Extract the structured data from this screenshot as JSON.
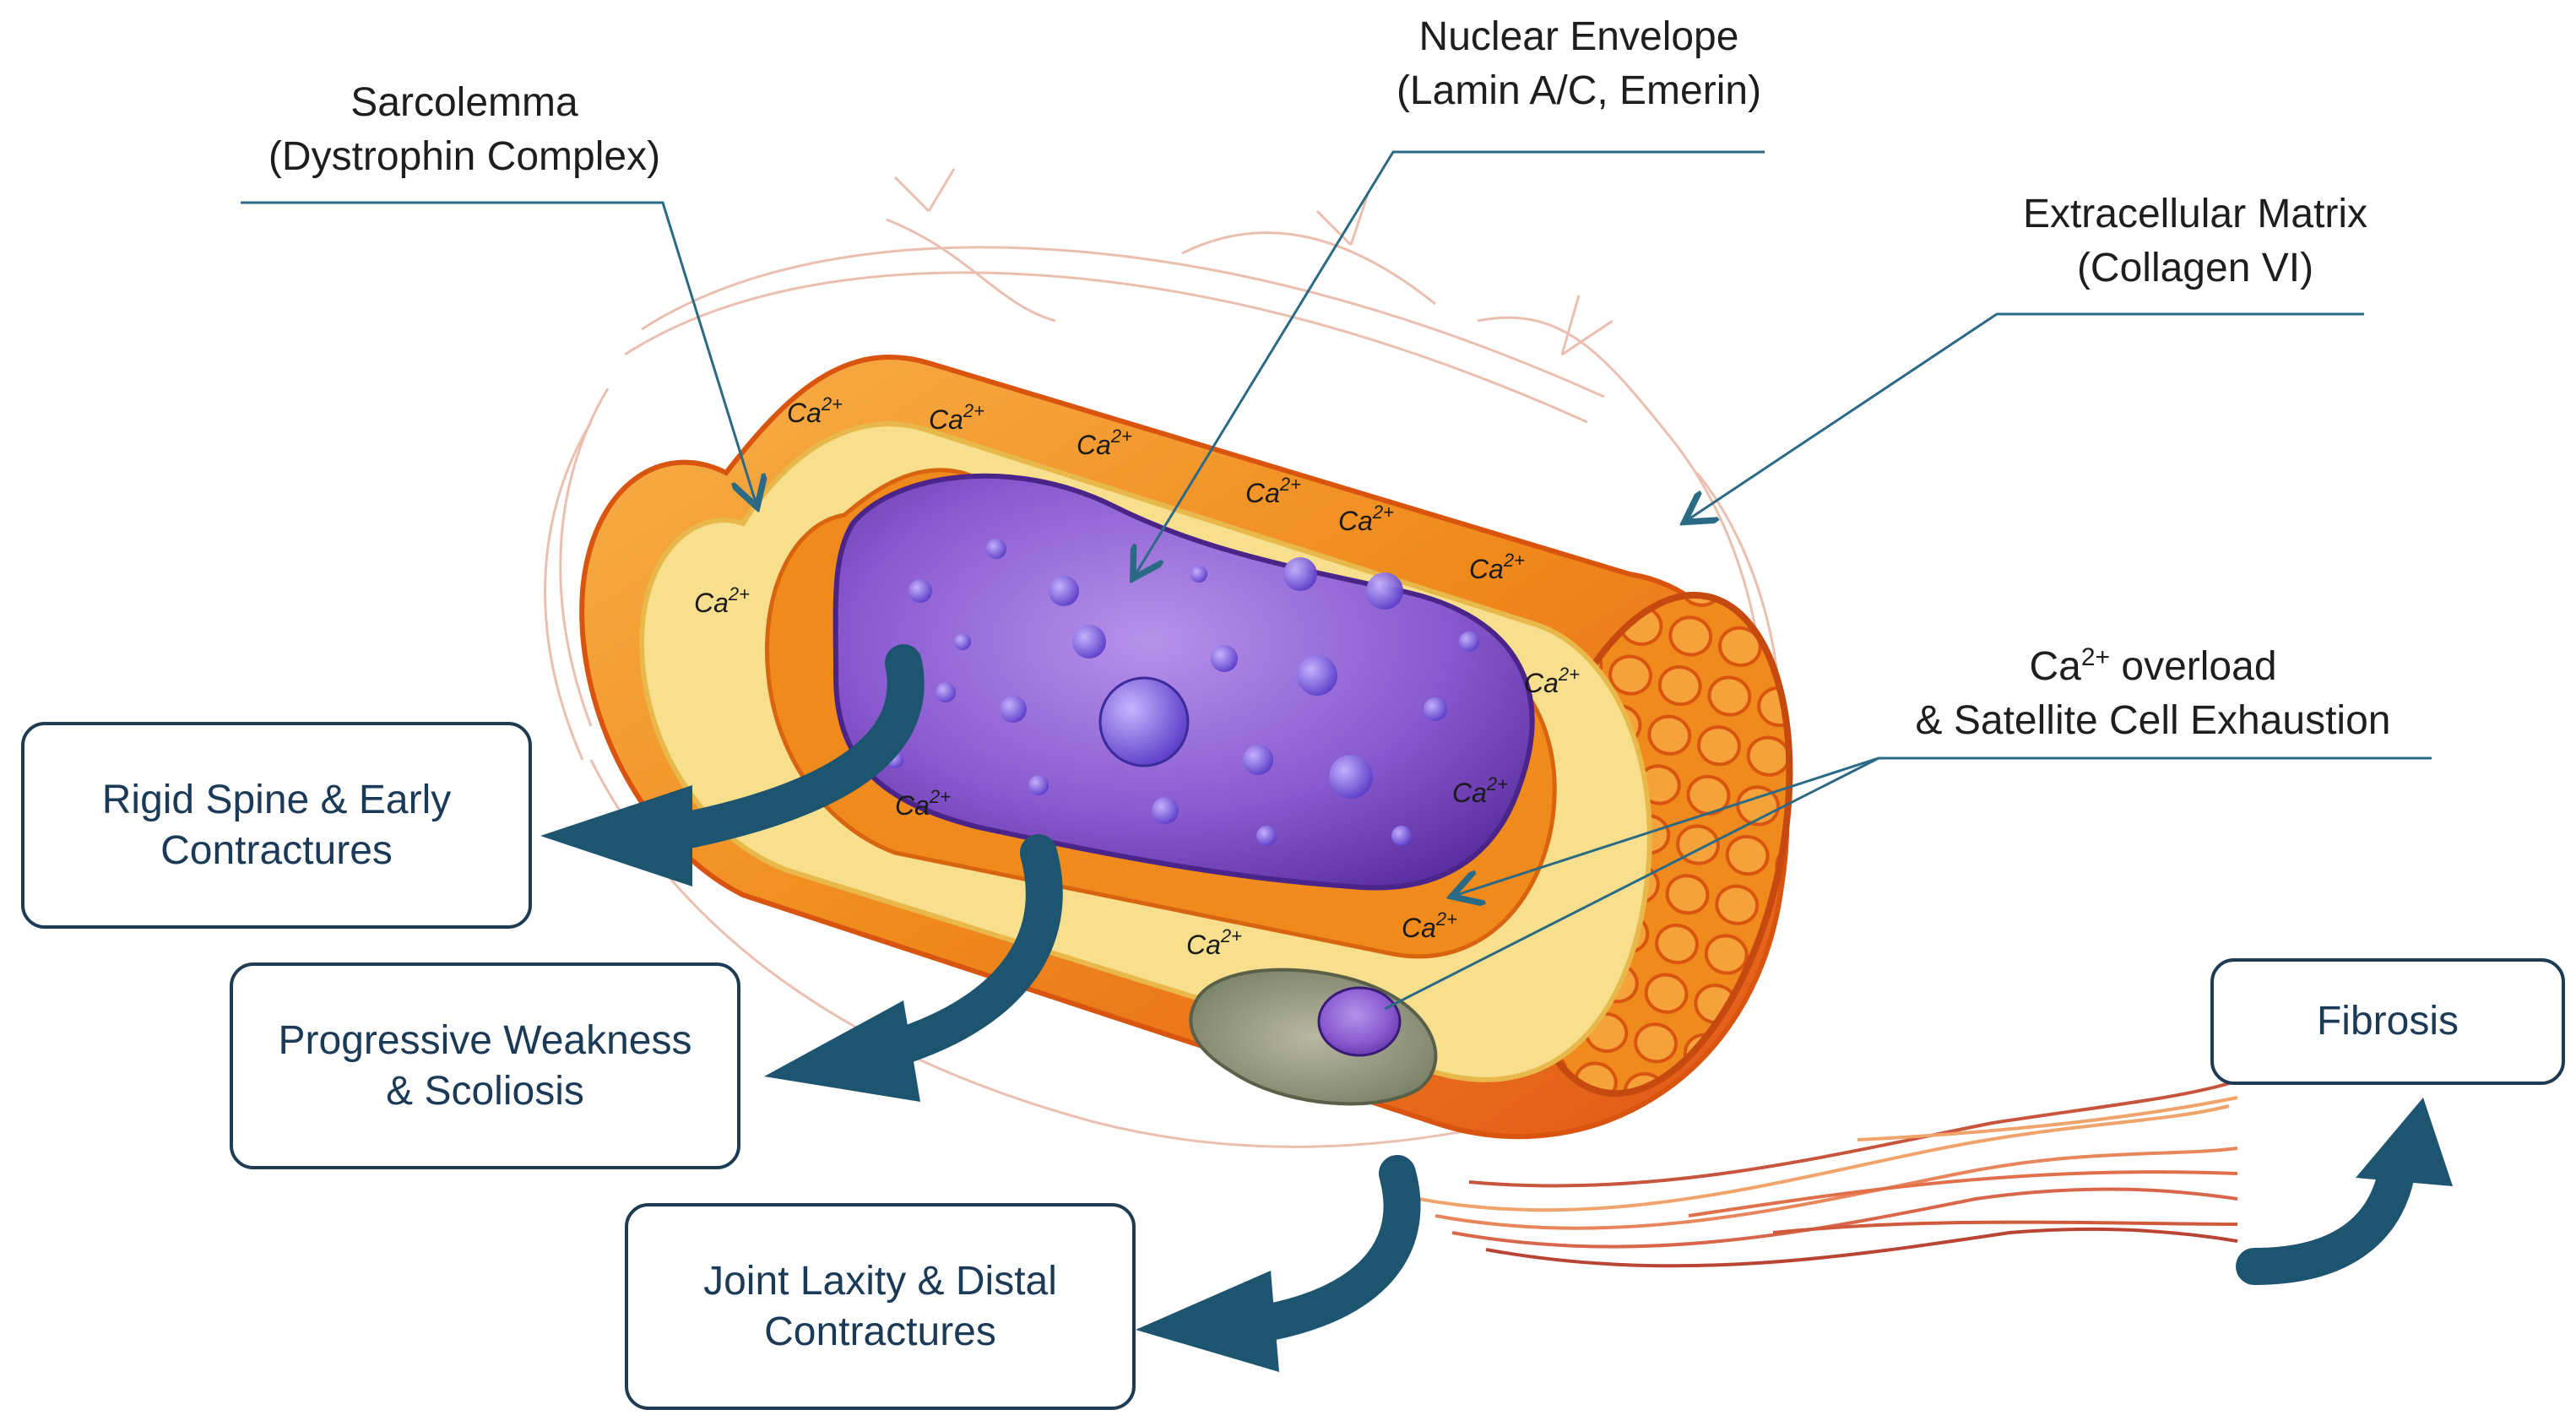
{
  "labels": {
    "sarcolemma": {
      "line1": "Sarcolemma",
      "line2": "(Dystrophin Complex)"
    },
    "nuclear_envelope": {
      "line1": "Nuclear Envelope",
      "line2": "(Lamin A/C, Emerin)"
    },
    "ecm": {
      "line1": "Extracellular Matrix",
      "line2": "(Collagen VI)"
    },
    "calcium": {
      "line1_pre": "Ca",
      "line1_sup": "2+",
      "line1_post": " overload",
      "line2": "& Satellite Cell Exhaustion"
    }
  },
  "outcomes": {
    "rigid_spine": {
      "line1": "Rigid Spine & Early",
      "line2": "Contractures"
    },
    "weakness": {
      "line1": "Progressive Weakness",
      "line2": "& Scoliosis"
    },
    "laxity": {
      "line1": "Joint Laxity & Distal",
      "line2": "Contractures"
    },
    "fibrosis": {
      "line1": "Fibrosis"
    }
  },
  "ion": {
    "base": "Ca",
    "charge": "2+"
  },
  "colors": {
    "arrow": "#1d5470",
    "leader_line": "#2a6a85",
    "box_border": "#1d3b52",
    "sarcolemma_yellow": "#f7df8e",
    "muscle_orange": "#f08a1c",
    "nucleus_purple": "#7a4bc4",
    "ecm_fiber": "#e8b9a8"
  }
}
